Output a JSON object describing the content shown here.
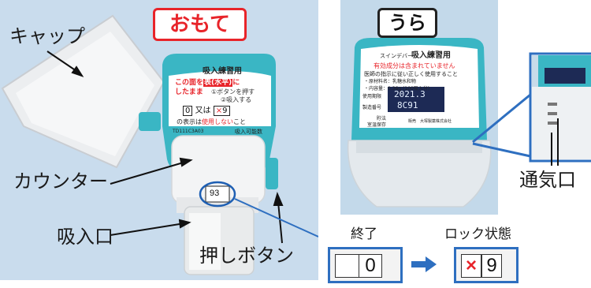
{
  "front": {
    "badge": "おもて",
    "labels": {
      "cap": "キャップ",
      "counter": "カウンター",
      "mouthpiece": "吸入口",
      "push_button": "押しボタン"
    },
    "device_label": {
      "title": "吸入練習用",
      "instruction_red_1": "この面を",
      "instruction_highlight": "表(水平)",
      "instruction_red_2": "に",
      "instruction_red_3": "したまま",
      "step_1": "①ボタンを押す",
      "step_2": "②吸入する",
      "digit_zero": "0",
      "or": "又は",
      "digit_nine": "9",
      "note_1": "の表示は",
      "note_red": "使用しない",
      "note_2": "こと",
      "code": "TD111C3A03",
      "possible_count": "吸入可能数",
      "counter_display": "93"
    }
  },
  "back": {
    "badge": "うら",
    "device_label": {
      "brand": "スインデバー",
      "title": "吸入練習用",
      "warning": "有効成分は含まれていません",
      "instruction": "医師の指示に従い正しく使用すること",
      "material": "・原材料名：乳糖水和物",
      "content": "・内容量：0.36g (100吸入分)",
      "expiry_label": "使用期限",
      "lot_label": "製造番号",
      "expiry_value": "2021.3",
      "lot_value": "8C91",
      "storage_1": "貯法",
      "storage_2": "室温保存",
      "maker": "販売　大塚製薬株式会社"
    }
  },
  "zoom": {
    "vent_label": "通気口"
  },
  "counter_states": {
    "finished_label": "終了",
    "finished_digit": "0",
    "locked_label": "ロック状態",
    "locked_digit": "9"
  },
  "colors": {
    "teal": "#3ab6c4",
    "red": "#e8242a",
    "blue_frame": "#2e6fc0",
    "front_background": "#c9dced"
  }
}
